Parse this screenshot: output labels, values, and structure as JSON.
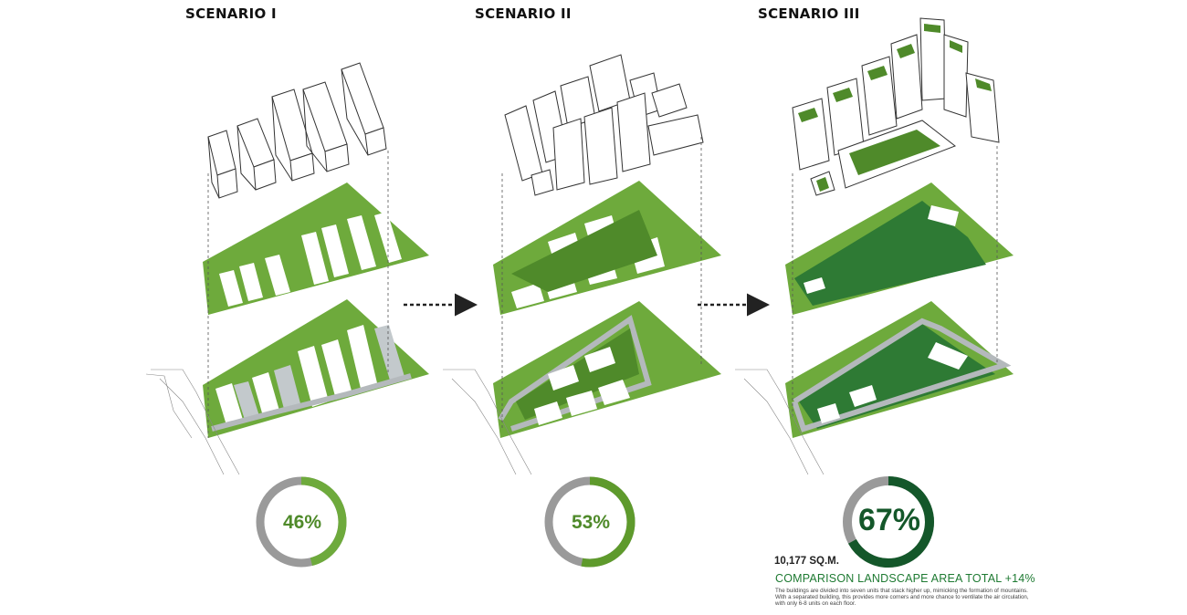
{
  "scenarios": [
    {
      "title": "SCENARIO I",
      "landscape_percent": 46,
      "percent_label": "46%",
      "color": "#6eaa3c"
    },
    {
      "title": "SCENARIO II",
      "landscape_percent": 53,
      "percent_label": "53%",
      "color": "#5e9a2c"
    },
    {
      "title": "SCENARIO III",
      "landscape_percent": 67,
      "percent_label": "67%",
      "color": "#14572a"
    }
  ],
  "info": {
    "area": "10,177  SQ.M.",
    "comparison": "COMPARISON LANDSCAPE AREA TOTAL +14%",
    "note": "The buildings are divided into seven units that stack higher up, mimicking the formation of mountains. With a separated building, this provides more corners and more chance to ventilate the air circulation, with only 6-8 units on each floor."
  },
  "colors": {
    "plan_green": "#6eaa3c",
    "deep_green": "#2e7a34",
    "donut_gray": "#9a9a9a",
    "path_gray": "#b4b9bc"
  }
}
